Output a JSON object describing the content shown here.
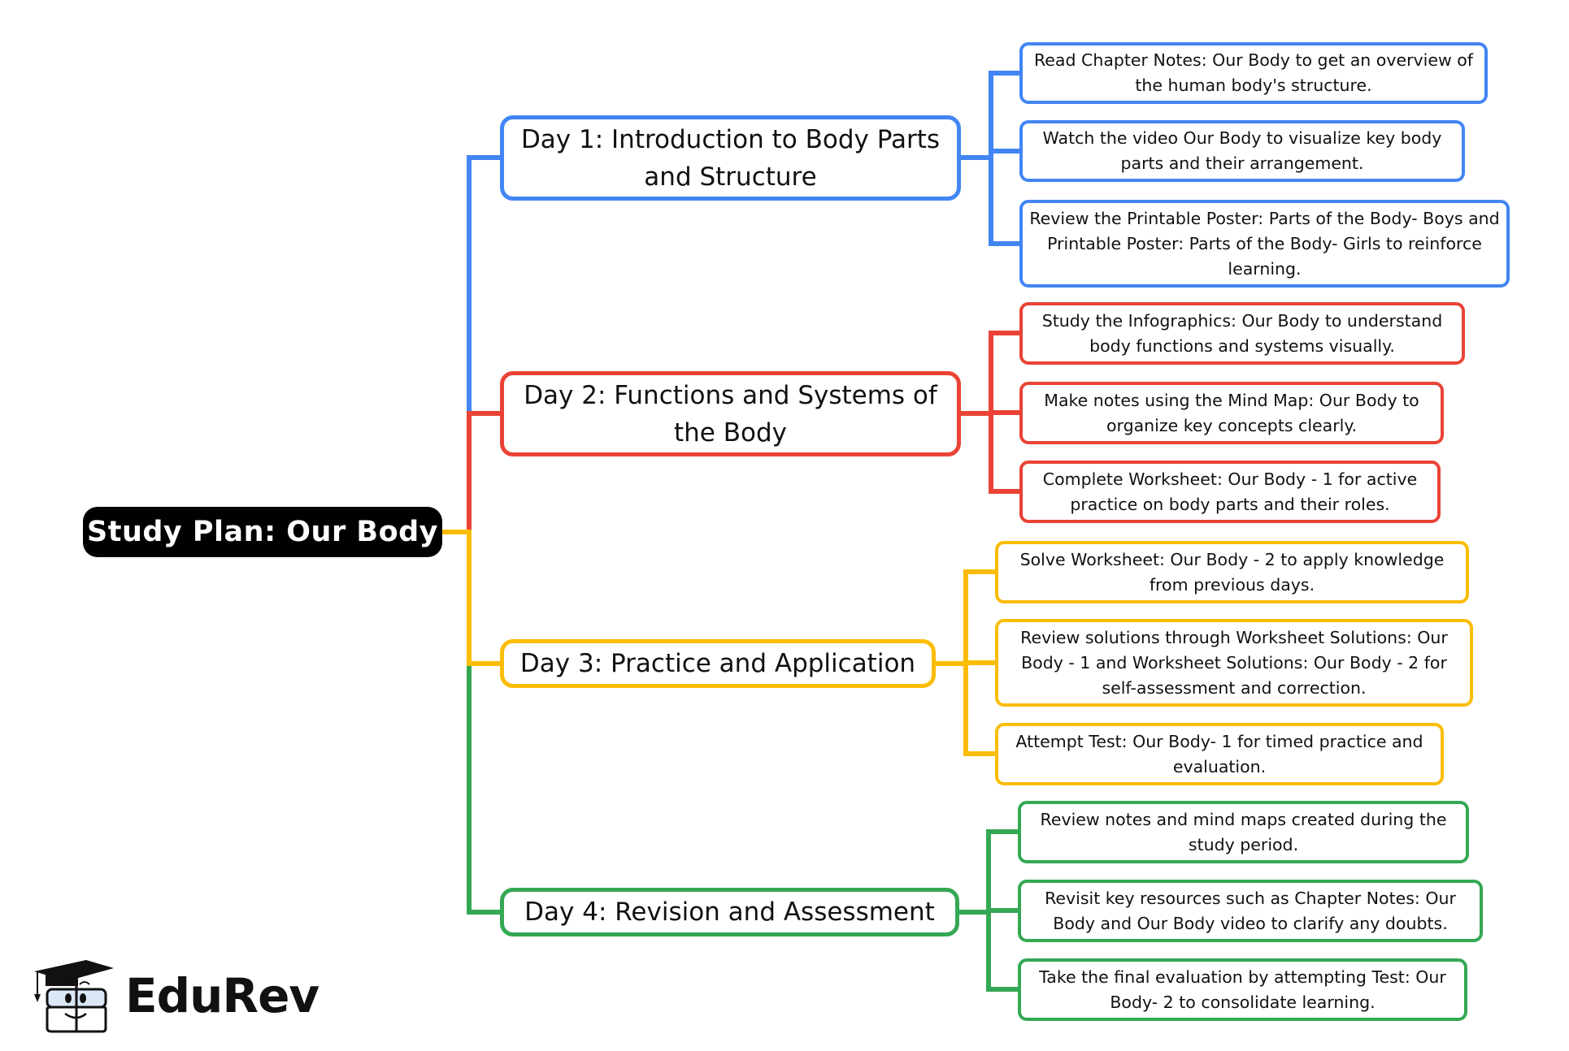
{
  "root": {
    "label": "Study Plan: Our Body"
  },
  "colors": {
    "root_bg": "#000000",
    "day1": "#4285F4",
    "day2": "#EA4335",
    "day3": "#FBBC05",
    "day4": "#34A853"
  },
  "days": [
    {
      "label": "Day 1: Introduction to Body Parts and Structure",
      "color_key": "day1",
      "tasks": [
        "Read Chapter Notes: Our Body to get an overview of the human body's structure.",
        "Watch the video Our Body to visualize key body parts and their arrangement.",
        "Review the Printable Poster: Parts of the Body- Boys and Printable Poster: Parts of the Body- Girls to reinforce learning."
      ]
    },
    {
      "label": "Day 2: Functions and Systems of the Body",
      "color_key": "day2",
      "tasks": [
        "Study the Infographics: Our Body to understand body functions and systems visually.",
        "Make notes using the Mind Map: Our Body to organize key concepts clearly.",
        "Complete Worksheet: Our Body - 1 for active practice on body parts and their roles."
      ]
    },
    {
      "label": "Day 3: Practice and Application",
      "color_key": "day3",
      "tasks": [
        "Solve Worksheet: Our Body - 2 to apply knowledge from previous days.",
        "Review solutions through Worksheet Solutions: Our Body - 1 and Worksheet Solutions: Our Body - 2 for self-assessment and correction.",
        "Attempt Test: Our Body- 1 for timed practice and evaluation."
      ]
    },
    {
      "label": "Day 4: Revision and Assessment",
      "color_key": "day4",
      "tasks": [
        "Review notes and mind maps created during the study period.",
        "Revisit key resources such as Chapter Notes: Our Body and Our Body video to clarify any doubts.",
        "Take the final evaluation by attempting Test: Our Body- 2 to consolidate learning."
      ]
    }
  ],
  "brand": {
    "name": "EduRev",
    "icon": "graduation-cap-mascot-icon"
  }
}
